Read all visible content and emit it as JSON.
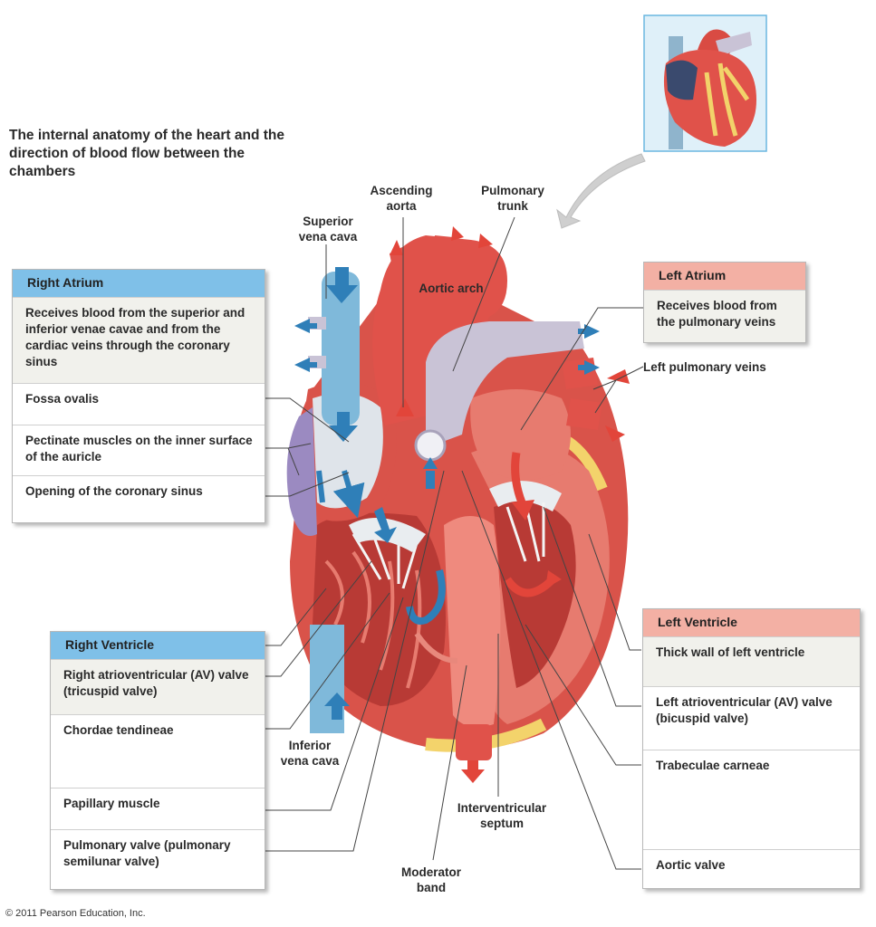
{
  "title": "The internal anatomy of the heart and the direction of blood flow between the chambers",
  "labels": {
    "superior_vena_cava": "Superior\nvena cava",
    "ascending_aorta": "Ascending\naorta",
    "pulmonary_trunk": "Pulmonary\ntrunk",
    "aortic_arch": "Aortic arch",
    "left_pulmonary_veins": "Left pulmonary veins",
    "inferior_vena_cava": "Inferior\nvena cava",
    "interventricular_septum": "Interventricular\nseptum",
    "moderator_band": "Moderator\nband"
  },
  "right_atrium": {
    "header": "Right Atrium",
    "items": [
      "Receives blood from the superior and inferior venae cavae and from the cardiac veins through the coronary sinus",
      "Fossa ovalis",
      "Pectinate muscles on the inner surface of the auricle",
      "Opening of the coronary sinus"
    ]
  },
  "left_atrium": {
    "header": "Left Atrium",
    "items": [
      "Receives blood from the pulmonary veins"
    ]
  },
  "right_ventricle": {
    "header": "Right Ventricle",
    "items": [
      "Right atrioventricular (AV) valve (tricuspid valve)",
      "Chordae tendineae",
      "Papillary muscle",
      "Pulmonary valve (pulmonary semilunar valve)"
    ]
  },
  "left_ventricle": {
    "header": "Left Ventricle",
    "items": [
      "Thick wall of left ventricle",
      "Left atrioventricular (AV) valve (bicuspid valve)",
      "Trabeculae carneae",
      "Aortic valve"
    ]
  },
  "copyright": "© 2011 Pearson Education, Inc.",
  "colors": {
    "muscle": "#d9534a",
    "muscle_light": "#ef8a7e",
    "vein_blue": "#7fb9da",
    "artery_lavender": "#b9b4c8",
    "fat_yellow": "#f3d36b",
    "arrow_blue": "#2f7fb8",
    "arrow_red": "#e2453a",
    "box_blue": "#7fc0e8",
    "box_pink": "#f3b0a4"
  }
}
